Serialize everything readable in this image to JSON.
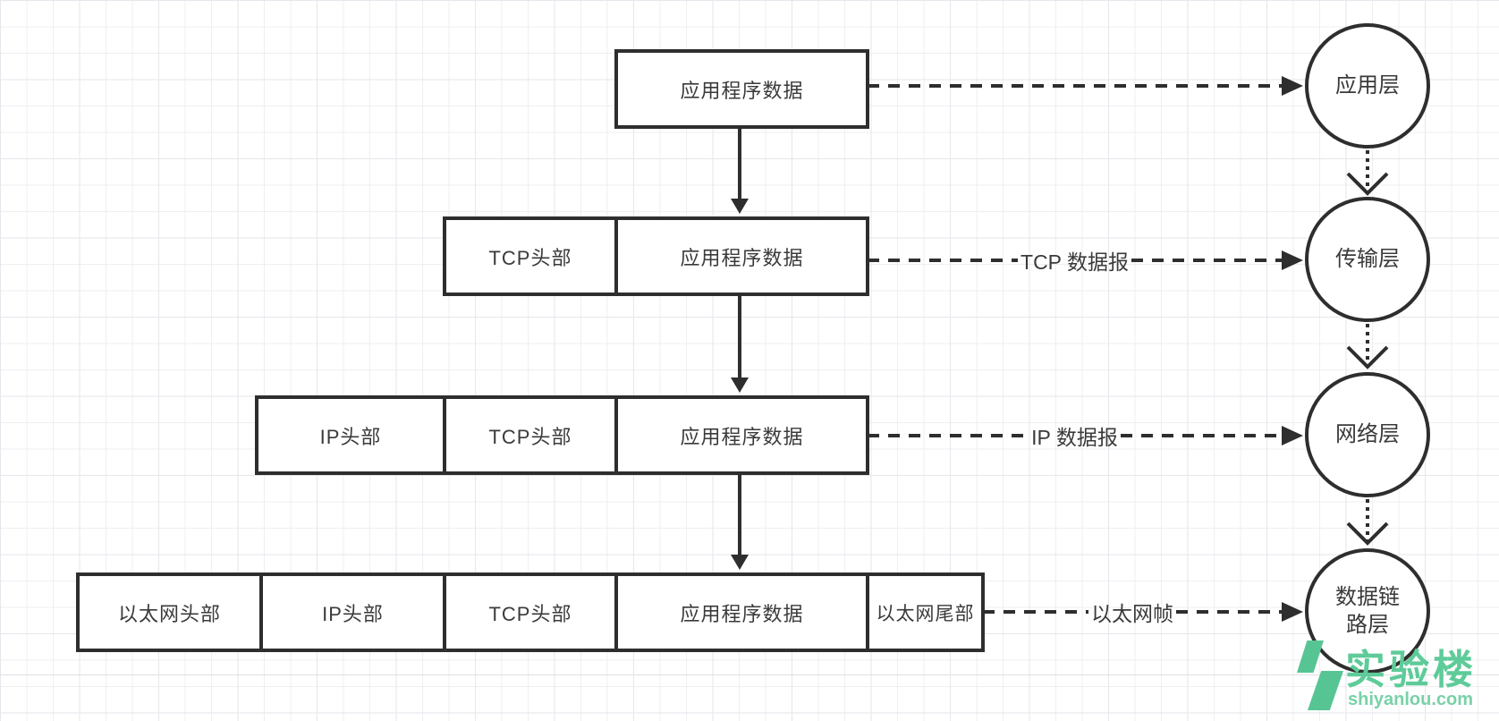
{
  "diagram": {
    "encapsulation_rows": [
      {
        "cells": [
          "应用程序数据"
        ],
        "arrow_label": ""
      },
      {
        "cells": [
          "TCP头部",
          "应用程序数据"
        ],
        "arrow_label": "TCP 数据报"
      },
      {
        "cells": [
          "IP头部",
          "TCP头部",
          "应用程序数据"
        ],
        "arrow_label": "IP 数据报"
      },
      {
        "cells": [
          "以太网头部",
          "IP头部",
          "TCP头部",
          "应用程序数据",
          "以太网尾部"
        ],
        "arrow_label": "以太网帧"
      }
    ],
    "layers": [
      "应用层",
      "传输层",
      "网络层",
      "数据链路层"
    ]
  },
  "watermark": {
    "brand": "实验楼",
    "domain": "shiyanlou.com"
  },
  "colors": {
    "line": "#2e2e2e",
    "text": "#3a3a3a",
    "grid": "#ececf0",
    "brand_green": "#5ecb99"
  }
}
